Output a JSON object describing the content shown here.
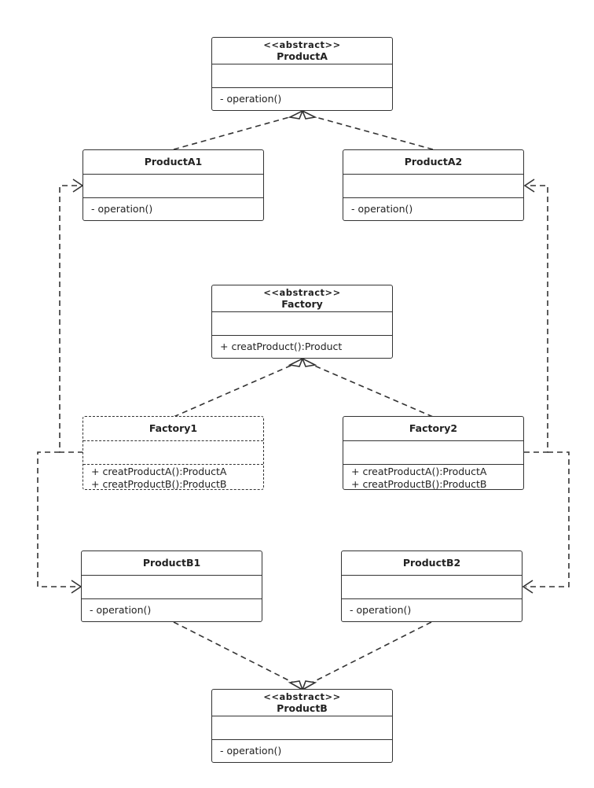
{
  "classes": {
    "productA": {
      "stereotype": "<<abstract>>",
      "name": "ProductA",
      "ops": [
        "- operation()"
      ]
    },
    "productA1": {
      "name": "ProductA1",
      "ops": [
        "- operation()"
      ]
    },
    "productA2": {
      "name": "ProductA2",
      "ops": [
        "- operation()"
      ]
    },
    "factory": {
      "stereotype": "<<abstract>>",
      "name": "Factory",
      "ops": [
        "+ creatProduct():Product"
      ]
    },
    "factory1": {
      "name": "Factory1",
      "ops": [
        "+ creatProductA():ProductA",
        "+ creatProductB():ProductB"
      ]
    },
    "factory2": {
      "name": "Factory2",
      "ops": [
        "+ creatProductA():ProductA",
        "+ creatProductB():ProductB"
      ]
    },
    "productB1": {
      "name": "ProductB1",
      "ops": [
        "- operation()"
      ]
    },
    "productB2": {
      "name": "ProductB2",
      "ops": [
        "- operation()"
      ]
    },
    "productB": {
      "stereotype": "<<abstract>>",
      "name": "ProductB",
      "ops": [
        "- operation()"
      ]
    }
  },
  "relations": [
    {
      "from": "productA1",
      "to": "productA",
      "kind": "realization"
    },
    {
      "from": "productA2",
      "to": "productA",
      "kind": "realization"
    },
    {
      "from": "factory1",
      "to": "factory",
      "kind": "realization"
    },
    {
      "from": "factory2",
      "to": "factory",
      "kind": "realization"
    },
    {
      "from": "productB1",
      "to": "productB",
      "kind": "realization"
    },
    {
      "from": "productB2",
      "to": "productB",
      "kind": "realization"
    },
    {
      "from": "factory1",
      "to": "productA1",
      "kind": "dependency"
    },
    {
      "from": "factory1",
      "to": "productB1",
      "kind": "dependency"
    },
    {
      "from": "factory2",
      "to": "productA2",
      "kind": "dependency"
    },
    {
      "from": "factory2",
      "to": "productB2",
      "kind": "dependency"
    }
  ],
  "colors": {
    "line": "#333333",
    "box_fill": "#ffffff",
    "background": "#ffffff"
  }
}
